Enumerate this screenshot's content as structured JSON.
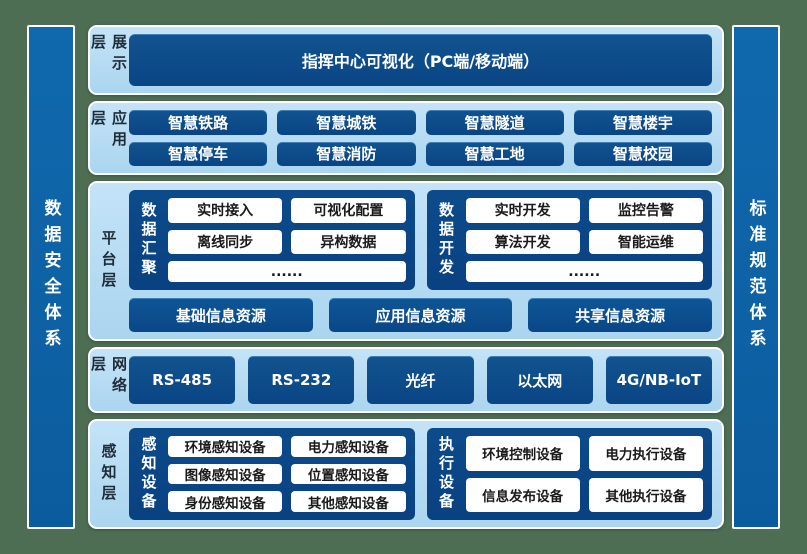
{
  "colors": {
    "background_green": "#4d6e53",
    "pillar_blue": "#0e66a9",
    "layer_panel_blue": "#b7dcf3",
    "dark_box_blue": "#0c4b8b",
    "white_box_text": "#1a1a1a",
    "panel_border": "#ffffff"
  },
  "pillars": {
    "left": {
      "label": "数据安全体系"
    },
    "right": {
      "label": "标准规范体系"
    }
  },
  "layers": [
    {
      "label": "展示层",
      "box": "指挥中心可视化（PC端/移动端）"
    },
    {
      "label": "应用层",
      "boxes": [
        "智慧铁路",
        "智慧城铁",
        "智慧隧道",
        "智慧楼宇",
        "智慧停车",
        "智慧消防",
        "智慧工地",
        "智慧校园"
      ]
    },
    {
      "label": "平台层",
      "groups": [
        {
          "label": "数据汇聚",
          "items": [
            "实时接入",
            "可视化配置",
            "离线同步",
            "异构数据",
            "......"
          ]
        },
        {
          "label": "数据开发",
          "items": [
            "实时开发",
            "监控告警",
            "算法开发",
            "智能运维",
            "......"
          ]
        }
      ],
      "bottom_boxes": [
        "基础信息资源",
        "应用信息资源",
        "共享信息资源"
      ]
    },
    {
      "label": "网络层",
      "boxes": [
        "RS-485",
        "RS-232",
        "光纤",
        "以太网",
        "4G/NB-IoT"
      ]
    },
    {
      "label": "感知层",
      "groups": [
        {
          "label": "感知设备",
          "items": [
            "环境感知设备",
            "电力感知设备",
            "图像感知设备",
            "位置感知设备",
            "身份感知设备",
            "其他感知设备"
          ]
        },
        {
          "label": "执行设备",
          "items": [
            "环境控制设备",
            "电力执行设备",
            "信息发布设备",
            "其他执行设备"
          ]
        }
      ]
    }
  ]
}
